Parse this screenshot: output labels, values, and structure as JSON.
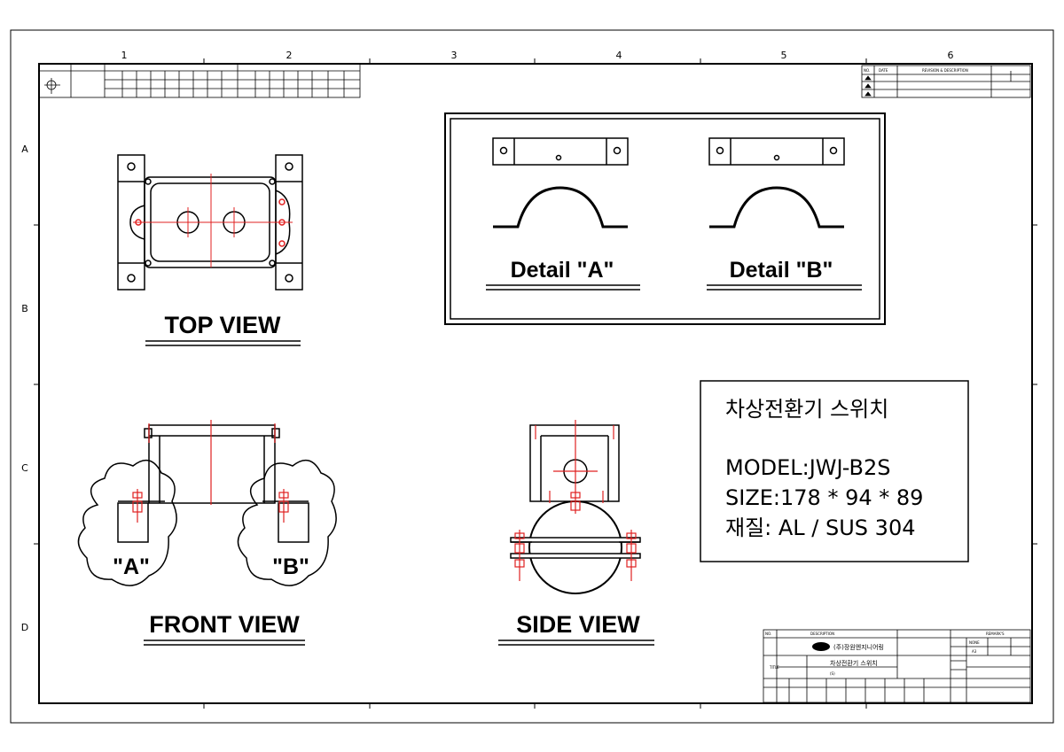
{
  "grid": {
    "columns": [
      "1",
      "2",
      "3",
      "4",
      "5",
      "6"
    ],
    "rows": [
      "A",
      "B",
      "C",
      "D"
    ]
  },
  "views": {
    "top": "TOP VIEW",
    "front": "FRONT VIEW",
    "side": "SIDE VIEW"
  },
  "details": {
    "a": "Detail \"A\"",
    "b": "Detail \"B\""
  },
  "callouts": {
    "a": "\"A\"",
    "b": "\"B\""
  },
  "spec": {
    "name": "차상전환기 스위치",
    "model": "MODEL:JWJ-B2S",
    "size": "SIZE:178 * 94 * 89",
    "material": "재질: AL / SUS 304"
  },
  "title_block": {
    "company": "(주)장원엔지니어링",
    "drawing_title": "차상전환기 스위치",
    "scale": "NONE",
    "size_code": "A3",
    "no_label": "NO.",
    "description_label": "DESCRIPTION",
    "title_label": "TITLE",
    "remarks_label": "REMARK'S",
    "sub_code": "(S)"
  },
  "revision_block": {
    "header_rev": "NO.",
    "header_date": "DATE",
    "header_desc": "REVISION & DESCRIPTION"
  }
}
